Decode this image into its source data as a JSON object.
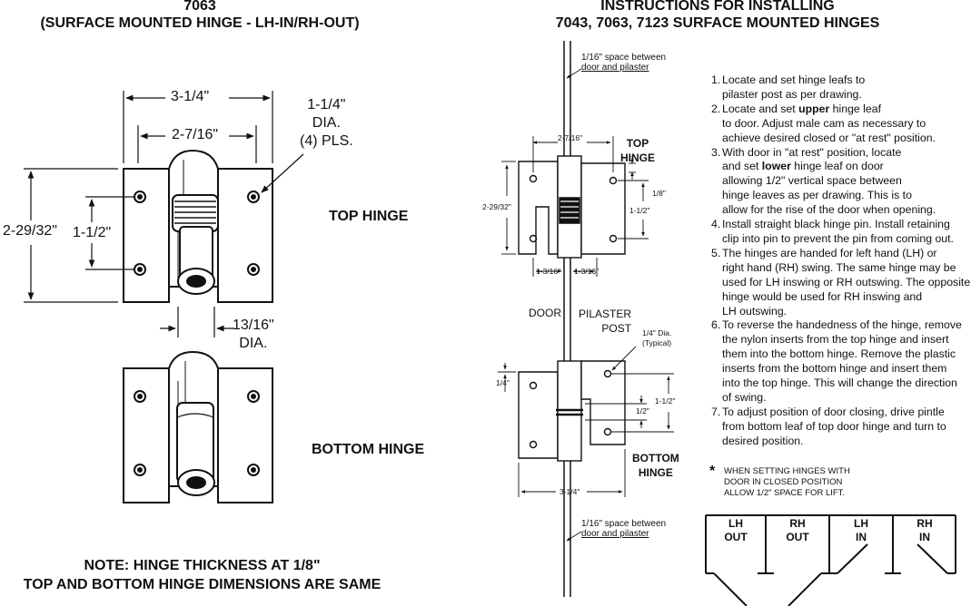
{
  "left_title": {
    "line1": "7063",
    "line2": "(SURFACE MOUNTED HINGE - LH-IN/RH-OUT)"
  },
  "right_title": {
    "line1": "INSTRUCTIONS FOR INSTALLING",
    "line2": "7043, 7063, 7123 SURFACE MOUNTED HINGES"
  },
  "left_dims": {
    "overall_width": "3-1/4\"",
    "inner_width": "2-7/16\"",
    "height": "2-29/32\"",
    "hole_spacing": "1-1/2\"",
    "hole_dia_1": "1-1/4\"",
    "hole_dia_2": "DIA.",
    "hole_dia_3": "(4) PLS.",
    "pin_dia_1": "13/16\"",
    "pin_dia_2": "DIA."
  },
  "labels": {
    "top_hinge": "TOP HINGE",
    "bottom_hinge": "BOTTOM HINGE"
  },
  "bottom_note": {
    "line1": "NOTE: HINGE THICKNESS AT 1/8\"",
    "line2": "TOP AND BOTTOM HINGE DIMENSIONS ARE SAME"
  },
  "center_diagram": {
    "gap_top_1": "1/16\" space between",
    "gap_top_2": "door and pilaster",
    "gap_bottom_1": "1/16\" space between",
    "gap_bottom_2": "door and pilaster",
    "top_label_1": "TOP",
    "top_label_2": "HINGE",
    "bottom_label_1": "BOTTOM",
    "bottom_label_2": "HINGE",
    "dim_2_7_16": "2-7/16\"",
    "dim_2_29_32": "2-29/32\"",
    "dim_1_8": "1/8\"",
    "dim_1_1_2_top": "1-1/2\"",
    "dim_1_3_16_a": "1-3/16\"",
    "dim_1_3_16_b": "1-3/16\"",
    "door": "DOOR",
    "pilaster_1": "PILASTER",
    "pilaster_2": "POST",
    "dia_1": "1/4\" Dia.",
    "dia_2": "(Typical)",
    "dim_1_4": "1/4\"",
    "dim_1_2": "1/2\"",
    "dim_1_1_2_bottom": "1-1/2\"",
    "dim_3_1_4": "3-1/4\""
  },
  "steps": [
    {
      "n": "1.",
      "lines": [
        "Locate and set hinge leafs to",
        "pilaster post as per drawing."
      ]
    },
    {
      "n": "2.",
      "lines": [
        "Locate and set upper hinge leaf",
        "to door.  Adjust male cam as necessary to",
        "achieve desired closed or \"at rest\" position."
      ]
    },
    {
      "n": "3.",
      "lines": [
        "With door in \"at rest\" position, locate",
        "and set lower hinge leaf on door",
        "allowing 1/2\" vertical space between",
        "hinge leaves as per drawing.  This is to",
        "allow for the rise of the door when opening."
      ]
    },
    {
      "n": "4.",
      "lines": [
        "Install straight black hinge pin. Install retaining",
        "clip into pin to prevent the pin from coming out."
      ]
    },
    {
      "n": "5.",
      "lines": [
        "The hinges are handed for left hand (LH) or",
        "right hand (RH) swing. The same hinge may be",
        "used for LH inswing or RH outswing. The opposite",
        "hinge would be used for RH inswing and",
        "LH outswing."
      ]
    },
    {
      "n": "6.",
      "lines": [
        "To reverse the handedness of the hinge, remove",
        "the nylon inserts from the top hinge and insert",
        "them into the bottom hinge. Remove the plastic",
        "inserts from the bottom hinge and insert them",
        "into the top hinge. This will change the direction",
        "of swing."
      ]
    },
    {
      "n": "7.",
      "lines": [
        "To adjust position of door closing, drive pintle",
        "from bottom leaf of top door hinge and turn to",
        "desired position."
      ]
    }
  ],
  "lift_note": {
    "star": "*",
    "line1": "WHEN SETTING HINGES WITH",
    "line2": "DOOR IN CLOSED POSITION",
    "line3": "ALLOW 1/2\" SPACE FOR LIFT."
  },
  "handing": [
    {
      "a": "LH",
      "b": "OUT"
    },
    {
      "a": "RH",
      "b": "OUT"
    },
    {
      "a": "LH",
      "b": "IN"
    },
    {
      "a": "RH",
      "b": "IN"
    }
  ]
}
